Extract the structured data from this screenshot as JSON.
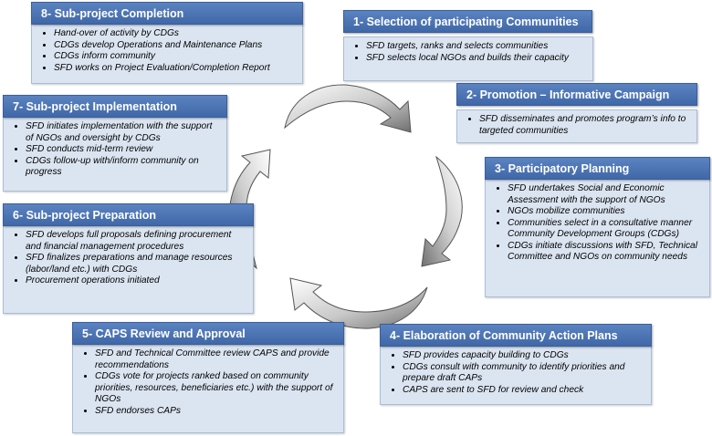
{
  "boxes": [
    {
      "title": "1- Selection of participating Communities",
      "items": [
        "SFD targets, ranks and selects communities",
        "SFD selects local NGOs and builds their capacity"
      ]
    },
    {
      "title": "2- Promotion – Informative Campaign",
      "items": [
        "SFD disseminates and promotes program’s info to targeted communities"
      ]
    },
    {
      "title": "3- Participatory Planning",
      "items": [
        "SFD undertakes Social and Economic Assessment with the support of NGOs",
        "NGOs mobilize communities",
        "Communities select in a consultative manner Community Development Groups (CDGs)",
        "CDGs initiate discussions with SFD, Technical Committee and NGOs on community needs"
      ]
    },
    {
      "title": "4- Elaboration of Community Action Plans",
      "items": [
        "SFD provides capacity building to CDGs",
        "CDGs consult with community to identify priorities and prepare draft CAPs",
        "CAPS are sent to SFD for review and check"
      ]
    },
    {
      "title": "5- CAPS Review and Approval",
      "items": [
        "SFD and Technical Committee review CAPS and provide recommendations",
        "CDGs vote for projects ranked based on community priorities, resources, beneficiaries etc.) with the support of NGOs",
        "SFD endorses CAPs"
      ]
    },
    {
      "title": "6- Sub-project Preparation",
      "items": [
        "SFD develops full proposals defining procurement and financial management procedures",
        "SFD finalizes preparations and manage resources (labor/land etc.) with CDGs",
        "Procurement operations initiated"
      ]
    },
    {
      "title": "7- Sub-project Implementation",
      "items": [
        "SFD initiates implementation with the support of NGOs and oversight by CDGs",
        "SFD conducts mid-term review",
        "CDGs follow-up with/inform community on progress"
      ]
    },
    {
      "title": "8- Sub-project Completion",
      "items": [
        "Hand-over of activity by CDGs",
        "CDGs develop Operations and Maintenance Plans",
        "CDGs inform community",
        "SFD works on Project Evaluation/Completion Report"
      ]
    }
  ]
}
